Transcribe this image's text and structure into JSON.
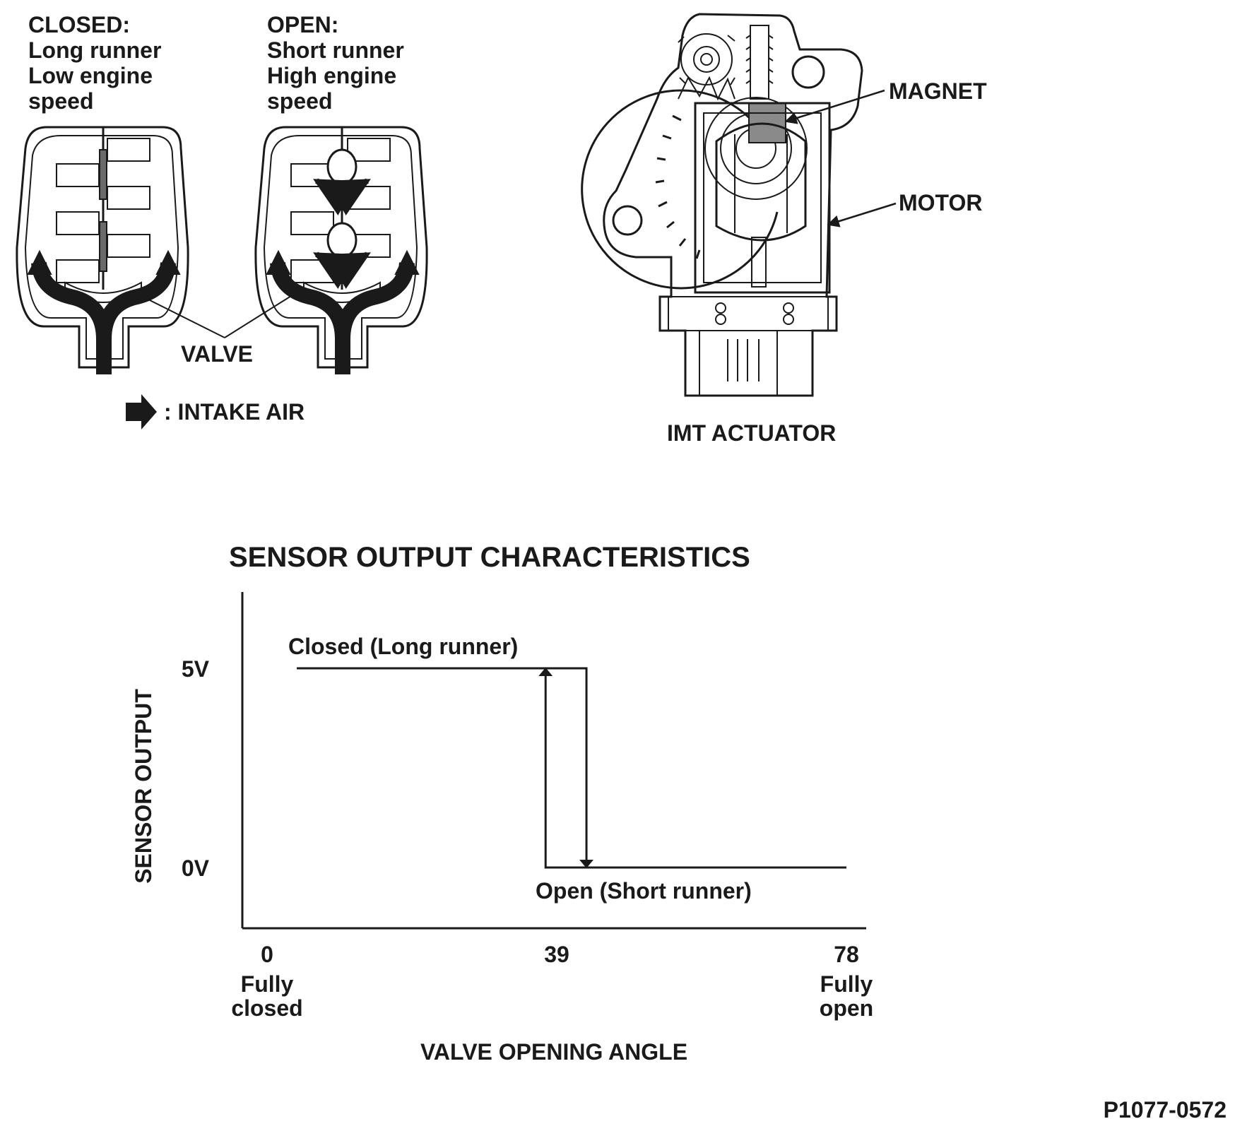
{
  "intake": {
    "closed": {
      "heading": "CLOSED:",
      "line1": "Long runner",
      "line2": "Low engine",
      "line3": "speed"
    },
    "open": {
      "heading": "OPEN:",
      "line1": "Short runner",
      "line2": "High engine",
      "line3": "speed"
    },
    "valve_label": "VALVE",
    "legend_label": ": INTAKE AIR"
  },
  "actuator": {
    "title": "IMT ACTUATOR",
    "magnet_label": "MAGNET",
    "motor_label": "MOTOR"
  },
  "chart_data": {
    "type": "line",
    "title": "SENSOR OUTPUT CHARACTERISTICS",
    "xlabel": "VALVE OPENING ANGLE",
    "ylabel": "SENSOR OUTPUT",
    "x_ticks": [
      {
        "value": 0,
        "label": "0",
        "sub1": "Fully",
        "sub2": "closed"
      },
      {
        "value": 39,
        "label": "39"
      },
      {
        "value": 78,
        "label": "78",
        "sub1": "Fully",
        "sub2": "open"
      }
    ],
    "y_ticks": [
      {
        "value": 0,
        "label": "0V"
      },
      {
        "value": 5,
        "label": "5V"
      }
    ],
    "xlim": [
      0,
      78
    ],
    "ylim": [
      0,
      5
    ],
    "series": [
      {
        "points": [
          [
            4,
            5
          ],
          [
            43,
            5
          ],
          [
            43,
            0
          ]
        ]
      },
      {
        "points": [
          [
            78,
            0
          ],
          [
            37.5,
            0
          ],
          [
            37.5,
            5
          ]
        ]
      }
    ],
    "annotations": [
      {
        "text": "Closed (Long runner)"
      },
      {
        "text": "Open (Short runner)"
      }
    ],
    "grid": false
  },
  "figure_id": "P1077-0572"
}
